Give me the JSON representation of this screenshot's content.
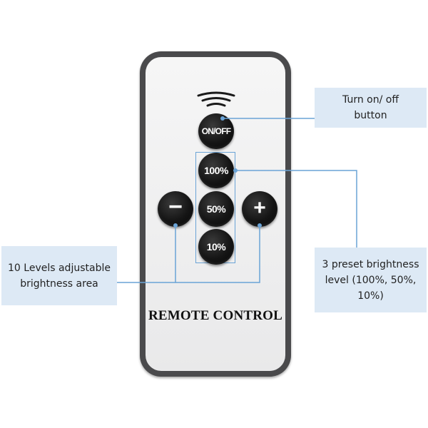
{
  "remote": {
    "title": "REMOTE CONTROL",
    "buttons": {
      "onoff": "ON/OFF",
      "p100": "100%",
      "p50": "50%",
      "p10": "10%",
      "minus": "−",
      "plus": "+"
    }
  },
  "callouts": {
    "onoff": [
      "Turn on/ off",
      "button"
    ],
    "levels": [
      "10 Levels adjustable",
      "brightness area"
    ],
    "presets": [
      "3 preset brightness",
      "level (100%, 50%,",
      "10%)"
    ]
  },
  "colors": {
    "accent_line": "#6aa3d6",
    "callout_bg": "#dde9f5",
    "remote_body": "#4a4a4c",
    "button": "#111111"
  },
  "icons": {
    "ir": "ir-signal-icon",
    "minus": "minus-icon",
    "plus": "plus-icon"
  }
}
